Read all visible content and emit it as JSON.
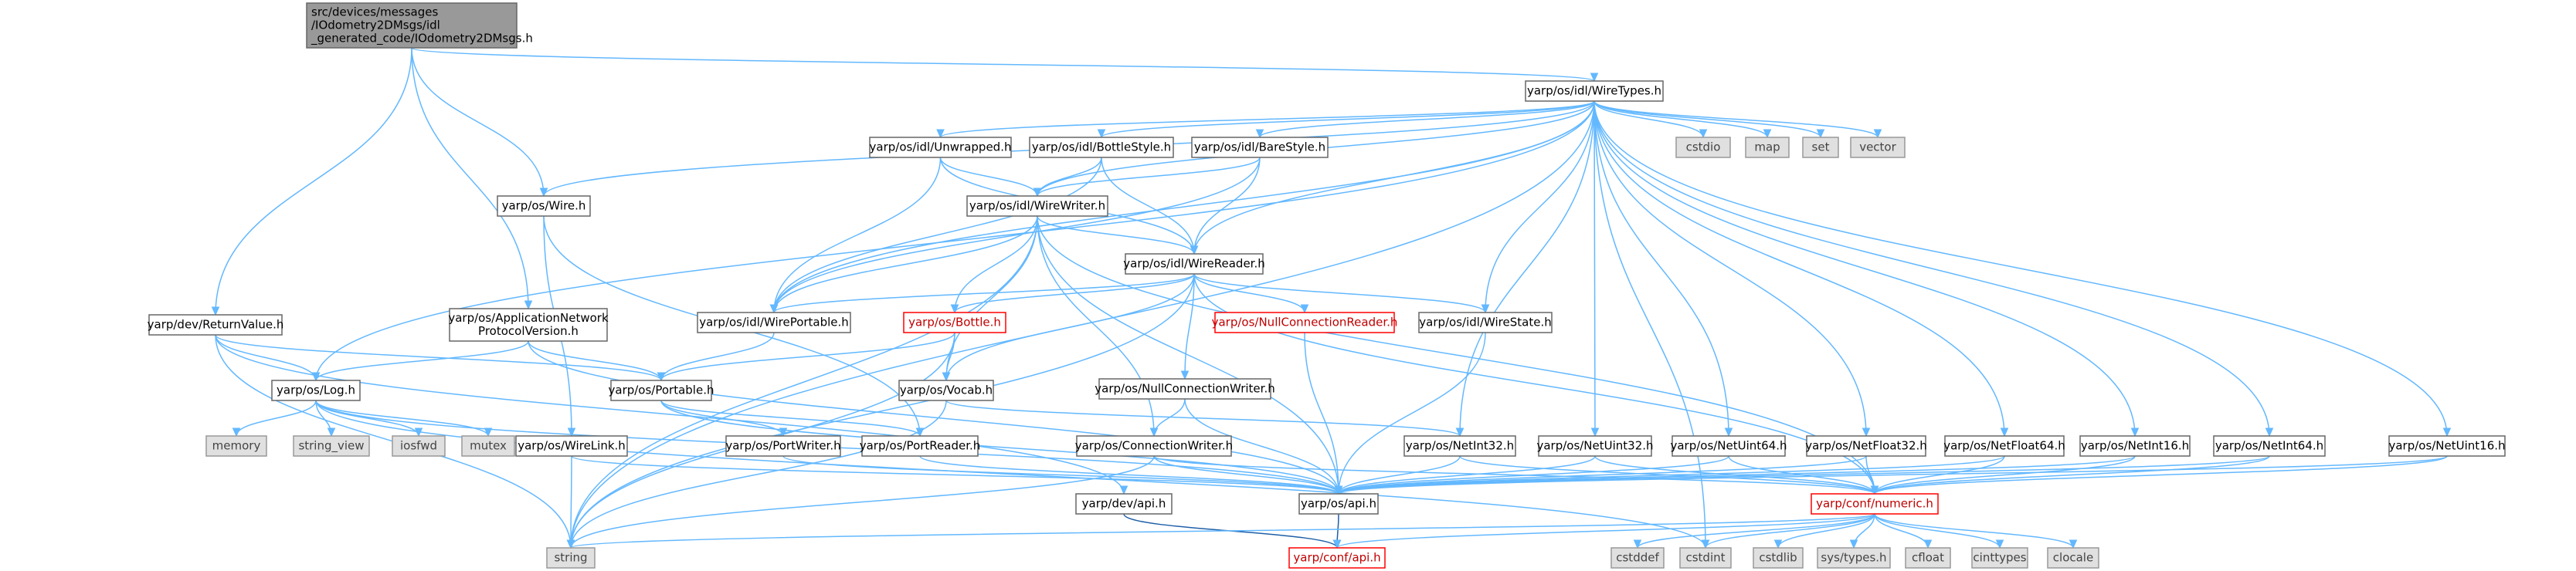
{
  "graph": {
    "nodes": [
      {
        "id": "root",
        "lines": [
          "src/devices/messages",
          "/IOdometry2DMsgs/idl",
          "_generated_code/IOdometry2DMsgs.h"
        ],
        "style": "root"
      },
      {
        "id": "wiretypes",
        "lines": [
          "yarp/os/idl/WireTypes.h"
        ],
        "style": "plain"
      },
      {
        "id": "returnvalue",
        "lines": [
          "yarp/dev/ReturnValue.h"
        ],
        "style": "plain"
      },
      {
        "id": "appnet",
        "lines": [
          "yarp/os/ApplicationNetwork",
          "ProtocolVersion.h"
        ],
        "style": "plain"
      },
      {
        "id": "wire",
        "lines": [
          "yarp/os/Wire.h"
        ],
        "style": "plain"
      },
      {
        "id": "unwrapped",
        "lines": [
          "yarp/os/idl/Unwrapped.h"
        ],
        "style": "plain"
      },
      {
        "id": "bottlestyle",
        "lines": [
          "yarp/os/idl/BottleStyle.h"
        ],
        "style": "plain"
      },
      {
        "id": "barestyle",
        "lines": [
          "yarp/os/idl/BareStyle.h"
        ],
        "style": "plain"
      },
      {
        "id": "cstdio",
        "lines": [
          "cstdio"
        ],
        "style": "gray"
      },
      {
        "id": "map",
        "lines": [
          "map"
        ],
        "style": "gray"
      },
      {
        "id": "set",
        "lines": [
          "set"
        ],
        "style": "gray"
      },
      {
        "id": "vector",
        "lines": [
          "vector"
        ],
        "style": "gray"
      },
      {
        "id": "wirewriter",
        "lines": [
          "yarp/os/idl/WireWriter.h"
        ],
        "style": "plain"
      },
      {
        "id": "wirereader",
        "lines": [
          "yarp/os/idl/WireReader.h"
        ],
        "style": "plain"
      },
      {
        "id": "wireportable",
        "lines": [
          "yarp/os/idl/WirePortable.h"
        ],
        "style": "plain"
      },
      {
        "id": "bottle",
        "lines": [
          "yarp/os/Bottle.h"
        ],
        "style": "red"
      },
      {
        "id": "nullconnreader",
        "lines": [
          "yarp/os/NullConnectionReader.h"
        ],
        "style": "red"
      },
      {
        "id": "wirestate",
        "lines": [
          "yarp/os/idl/WireState.h"
        ],
        "style": "plain"
      },
      {
        "id": "log",
        "lines": [
          "yarp/os/Log.h"
        ],
        "style": "plain"
      },
      {
        "id": "portable",
        "lines": [
          "yarp/os/Portable.h"
        ],
        "style": "plain"
      },
      {
        "id": "vocab",
        "lines": [
          "yarp/os/Vocab.h"
        ],
        "style": "plain"
      },
      {
        "id": "nullconnwriter",
        "lines": [
          "yarp/os/NullConnectionWriter.h"
        ],
        "style": "plain"
      },
      {
        "id": "memory",
        "lines": [
          "memory"
        ],
        "style": "gray"
      },
      {
        "id": "string_view",
        "lines": [
          "string_view"
        ],
        "style": "gray"
      },
      {
        "id": "iosfwd",
        "lines": [
          "iosfwd"
        ],
        "style": "gray"
      },
      {
        "id": "mutex",
        "lines": [
          "mutex"
        ],
        "style": "gray"
      },
      {
        "id": "wirelink",
        "lines": [
          "yarp/os/WireLink.h"
        ],
        "style": "plain"
      },
      {
        "id": "portwriter",
        "lines": [
          "yarp/os/PortWriter.h"
        ],
        "style": "plain"
      },
      {
        "id": "portreader",
        "lines": [
          "yarp/os/PortReader.h"
        ],
        "style": "plain"
      },
      {
        "id": "connwriter",
        "lines": [
          "yarp/os/ConnectionWriter.h"
        ],
        "style": "plain"
      },
      {
        "id": "netint32",
        "lines": [
          "yarp/os/NetInt32.h"
        ],
        "style": "plain"
      },
      {
        "id": "netuint32",
        "lines": [
          "yarp/os/NetUint32.h"
        ],
        "style": "plain"
      },
      {
        "id": "netuint64",
        "lines": [
          "yarp/os/NetUint64.h"
        ],
        "style": "plain"
      },
      {
        "id": "netfloat32",
        "lines": [
          "yarp/os/NetFloat32.h"
        ],
        "style": "plain"
      },
      {
        "id": "netfloat64",
        "lines": [
          "yarp/os/NetFloat64.h"
        ],
        "style": "plain"
      },
      {
        "id": "netint16",
        "lines": [
          "yarp/os/NetInt16.h"
        ],
        "style": "plain"
      },
      {
        "id": "netint64",
        "lines": [
          "yarp/os/NetInt64.h"
        ],
        "style": "plain"
      },
      {
        "id": "netuint16",
        "lines": [
          "yarp/os/NetUint16.h"
        ],
        "style": "plain"
      },
      {
        "id": "devapi",
        "lines": [
          "yarp/dev/api.h"
        ],
        "style": "plain"
      },
      {
        "id": "osapi",
        "lines": [
          "yarp/os/api.h"
        ],
        "style": "plain"
      },
      {
        "id": "numeric",
        "lines": [
          "yarp/conf/numeric.h"
        ],
        "style": "red"
      },
      {
        "id": "string",
        "lines": [
          "string"
        ],
        "style": "gray"
      },
      {
        "id": "confapi",
        "lines": [
          "yarp/conf/api.h"
        ],
        "style": "red"
      },
      {
        "id": "cstddef",
        "lines": [
          "cstddef"
        ],
        "style": "gray"
      },
      {
        "id": "cstdint",
        "lines": [
          "cstdint"
        ],
        "style": "gray"
      },
      {
        "id": "cstdlib",
        "lines": [
          "cstdlib"
        ],
        "style": "gray"
      },
      {
        "id": "systypes",
        "lines": [
          "sys/types.h"
        ],
        "style": "gray"
      },
      {
        "id": "cfloat",
        "lines": [
          "cfloat"
        ],
        "style": "gray"
      },
      {
        "id": "cinttypes",
        "lines": [
          "cinttypes"
        ],
        "style": "gray"
      },
      {
        "id": "clocale",
        "lines": [
          "clocale"
        ],
        "style": "gray"
      }
    ],
    "edges": [
      [
        "root",
        "wiretypes"
      ],
      [
        "root",
        "returnvalue"
      ],
      [
        "root",
        "appnet"
      ],
      [
        "root",
        "wire"
      ],
      [
        "wiretypes",
        "wire"
      ],
      [
        "wiretypes",
        "unwrapped"
      ],
      [
        "wiretypes",
        "bottlestyle"
      ],
      [
        "wiretypes",
        "barestyle"
      ],
      [
        "wiretypes",
        "cstdio"
      ],
      [
        "wiretypes",
        "map"
      ],
      [
        "wiretypes",
        "set"
      ],
      [
        "wiretypes",
        "vector"
      ],
      [
        "wiretypes",
        "wirewriter"
      ],
      [
        "wiretypes",
        "wirereader"
      ],
      [
        "wiretypes",
        "wireportable"
      ],
      [
        "wiretypes",
        "wirestate"
      ],
      [
        "wiretypes",
        "log"
      ],
      [
        "wiretypes",
        "string"
      ],
      [
        "wiretypes",
        "cstdint"
      ],
      [
        "wiretypes",
        "netint32"
      ],
      [
        "wiretypes",
        "netuint32"
      ],
      [
        "wiretypes",
        "netuint64"
      ],
      [
        "wiretypes",
        "netfloat32"
      ],
      [
        "wiretypes",
        "netfloat64"
      ],
      [
        "wiretypes",
        "netint16"
      ],
      [
        "wiretypes",
        "netint64"
      ],
      [
        "wiretypes",
        "netuint16"
      ],
      [
        "unwrapped",
        "wirewriter"
      ],
      [
        "unwrapped",
        "wirereader"
      ],
      [
        "unwrapped",
        "wireportable"
      ],
      [
        "bottlestyle",
        "wirewriter"
      ],
      [
        "bottlestyle",
        "wirereader"
      ],
      [
        "bottlestyle",
        "wireportable"
      ],
      [
        "barestyle",
        "wirewriter"
      ],
      [
        "barestyle",
        "wirereader"
      ],
      [
        "barestyle",
        "wireportable"
      ],
      [
        "wirewriter",
        "wirereader"
      ],
      [
        "wirewriter",
        "wireportable"
      ],
      [
        "wirewriter",
        "bottle"
      ],
      [
        "wirewriter",
        "vocab"
      ],
      [
        "wirewriter",
        "connwriter"
      ],
      [
        "wirewriter",
        "osapi"
      ],
      [
        "wirewriter",
        "string"
      ],
      [
        "wirewriter",
        "numeric"
      ],
      [
        "wirereader",
        "wireportable"
      ],
      [
        "wirereader",
        "bottle"
      ],
      [
        "wirereader",
        "nullconnreader"
      ],
      [
        "wirereader",
        "wirestate"
      ],
      [
        "wirereader",
        "vocab"
      ],
      [
        "wirereader",
        "nullconnwriter"
      ],
      [
        "wirereader",
        "string"
      ],
      [
        "wirereader",
        "numeric"
      ],
      [
        "wireportable",
        "portable"
      ],
      [
        "bottle",
        "vocab"
      ],
      [
        "bottle",
        "portable"
      ],
      [
        "bottle",
        "string"
      ],
      [
        "nullconnreader",
        "osapi"
      ],
      [
        "wirestate",
        "osapi"
      ],
      [
        "returnvalue",
        "log"
      ],
      [
        "returnvalue",
        "portable"
      ],
      [
        "returnvalue",
        "devapi"
      ],
      [
        "returnvalue",
        "string"
      ],
      [
        "appnet",
        "log"
      ],
      [
        "appnet",
        "portable"
      ],
      [
        "appnet",
        "osapi"
      ],
      [
        "wire",
        "wirelink"
      ],
      [
        "wire",
        "portreader"
      ],
      [
        "log",
        "memory"
      ],
      [
        "log",
        "string_view"
      ],
      [
        "log",
        "iosfwd"
      ],
      [
        "log",
        "mutex"
      ],
      [
        "log",
        "osapi"
      ],
      [
        "log",
        "cstdint"
      ],
      [
        "portable",
        "portwriter"
      ],
      [
        "portable",
        "portreader"
      ],
      [
        "portable",
        "osapi"
      ],
      [
        "vocab",
        "netint32"
      ],
      [
        "vocab",
        "string"
      ],
      [
        "nullconnwriter",
        "connwriter"
      ],
      [
        "nullconnwriter",
        "osapi"
      ],
      [
        "wirelink",
        "osapi"
      ],
      [
        "wirelink",
        "string"
      ],
      [
        "portwriter",
        "osapi"
      ],
      [
        "portreader",
        "osapi"
      ],
      [
        "connwriter",
        "osapi"
      ],
      [
        "connwriter",
        "numeric"
      ],
      [
        "connwriter",
        "string"
      ],
      [
        "netint32",
        "osapi"
      ],
      [
        "netint32",
        "numeric"
      ],
      [
        "netuint32",
        "osapi"
      ],
      [
        "netuint32",
        "numeric"
      ],
      [
        "netuint64",
        "osapi"
      ],
      [
        "netuint64",
        "numeric"
      ],
      [
        "netfloat32",
        "osapi"
      ],
      [
        "netfloat32",
        "numeric"
      ],
      [
        "netfloat64",
        "osapi"
      ],
      [
        "netfloat64",
        "numeric"
      ],
      [
        "netint16",
        "osapi"
      ],
      [
        "netint16",
        "numeric"
      ],
      [
        "netint64",
        "osapi"
      ],
      [
        "netint64",
        "numeric"
      ],
      [
        "netuint16",
        "osapi"
      ],
      [
        "netuint16",
        "numeric"
      ],
      [
        "devapi",
        "confapi"
      ],
      [
        "osapi",
        "confapi"
      ],
      [
        "numeric",
        "confapi"
      ],
      [
        "numeric",
        "string"
      ],
      [
        "numeric",
        "cstddef"
      ],
      [
        "numeric",
        "cstdint"
      ],
      [
        "numeric",
        "cstdlib"
      ],
      [
        "numeric",
        "systypes"
      ],
      [
        "numeric",
        "cfloat"
      ],
      [
        "numeric",
        "cinttypes"
      ],
      [
        "numeric",
        "clocale"
      ]
    ]
  }
}
